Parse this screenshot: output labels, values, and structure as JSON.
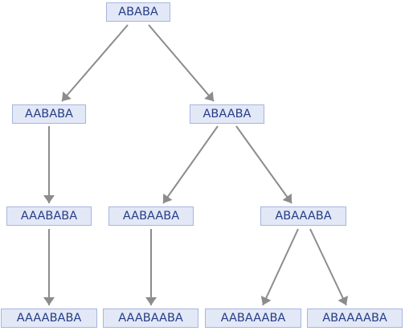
{
  "tree": {
    "root": {
      "label": "ABABA"
    },
    "level1": [
      {
        "label": "AABABA"
      },
      {
        "label": "ABAABA"
      }
    ],
    "level2": [
      {
        "label": "AAABABA"
      },
      {
        "label": "AABAABA"
      },
      {
        "label": "ABAAABA"
      }
    ],
    "level3": [
      {
        "label": "AAAABABA"
      },
      {
        "label": "AAABAABA"
      },
      {
        "label": "AABAAABA"
      },
      {
        "label": "ABAAAABA"
      }
    ]
  },
  "colors": {
    "node_fill": "#e3e8f7",
    "node_border": "#a7b5df",
    "node_text": "#253d86",
    "edge": "#8c8c8c"
  }
}
